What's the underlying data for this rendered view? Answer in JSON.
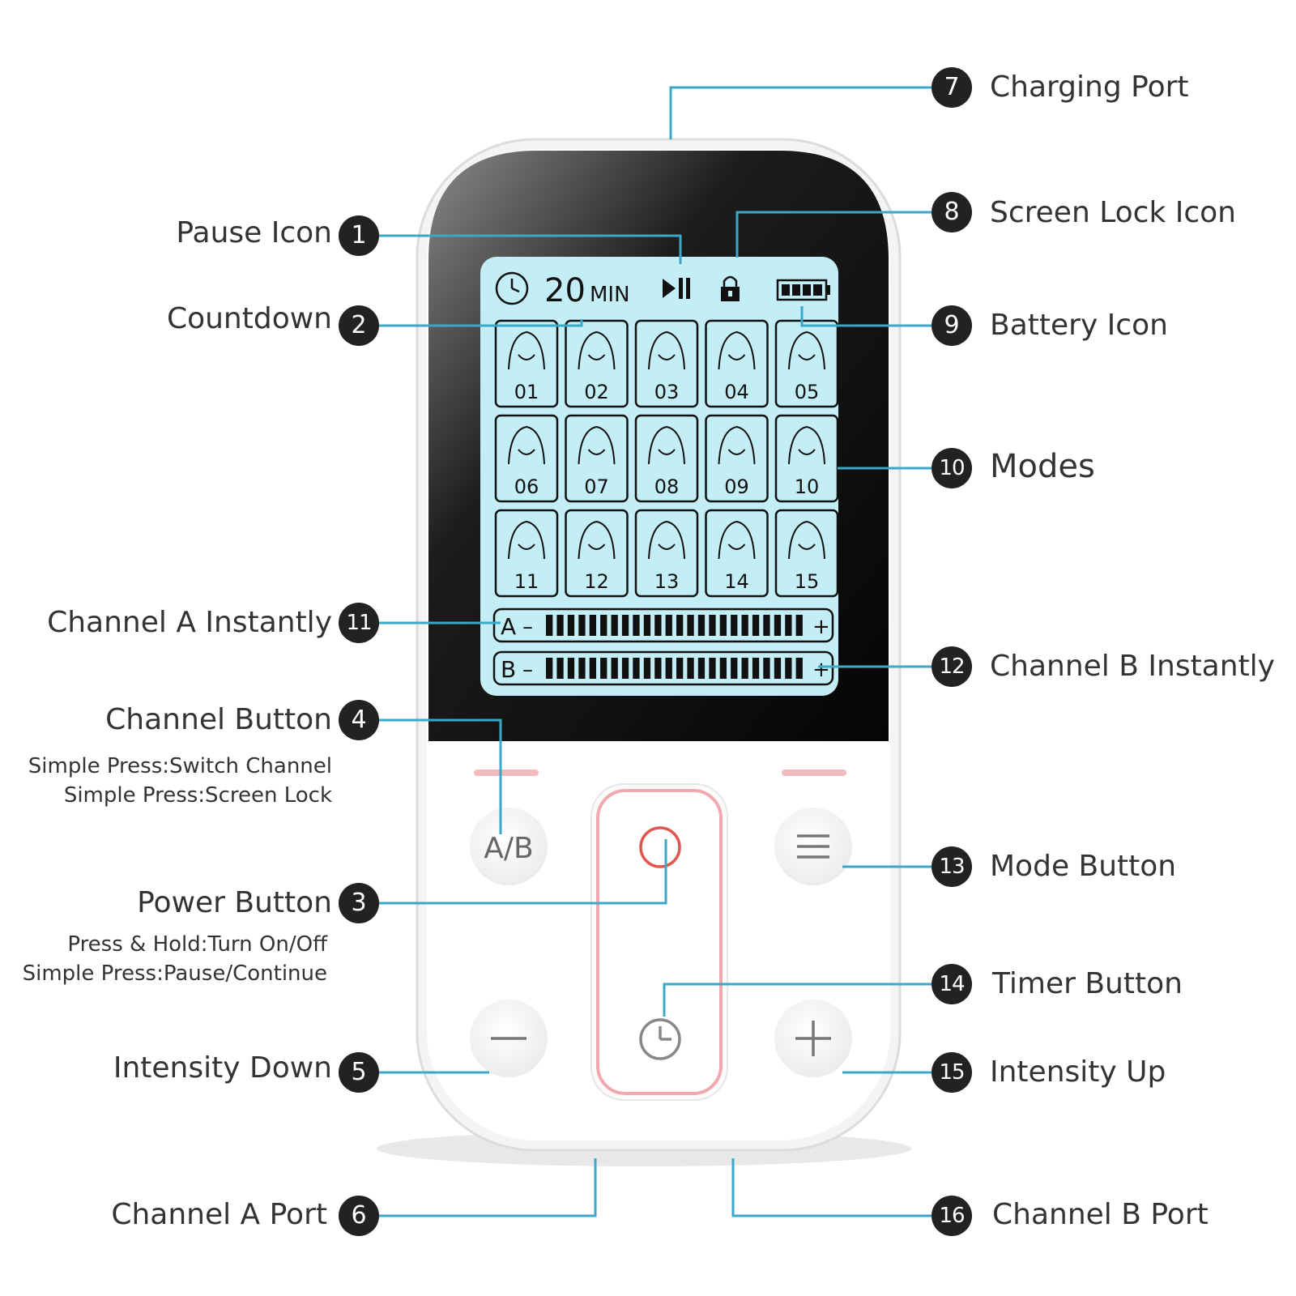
{
  "screen": {
    "countdown_value": "20",
    "countdown_unit": "MIN",
    "modes": [
      "01",
      "02",
      "03",
      "04",
      "05",
      "06",
      "07",
      "08",
      "09",
      "10",
      "11",
      "12",
      "13",
      "14",
      "15"
    ],
    "channel_a_label": "A",
    "channel_b_label": "B",
    "bar_minus": "–",
    "bar_plus": "+",
    "bar_segments": 24
  },
  "device": {
    "ab_button": "A/B"
  },
  "callouts": [
    {
      "num": "1",
      "label": "Pause Icon"
    },
    {
      "num": "2",
      "label": "Countdown"
    },
    {
      "num": "3",
      "label": "Power Button",
      "notes": [
        "Press & Hold:Turn On/Off",
        "Simple Press:Pause/Continue"
      ]
    },
    {
      "num": "4",
      "label": "Channel Button",
      "notes": [
        "Simple Press:Switch Channel",
        "Simple Press:Screen Lock"
      ]
    },
    {
      "num": "5",
      "label": "Intensity Down"
    },
    {
      "num": "6",
      "label": "Channel A Port"
    },
    {
      "num": "7",
      "label": "Charging Port"
    },
    {
      "num": "8",
      "label": "Screen Lock Icon"
    },
    {
      "num": "9",
      "label": "Battery Icon"
    },
    {
      "num": "10",
      "label": "Modes"
    },
    {
      "num": "11",
      "label": "Channel A Instantly"
    },
    {
      "num": "12",
      "label": "Channel B Instantly"
    },
    {
      "num": "13",
      "label": "Mode Button"
    },
    {
      "num": "14",
      "label": "Timer Button"
    },
    {
      "num": "15",
      "label": "Intensity Up"
    },
    {
      "num": "16",
      "label": "Channel B Port"
    }
  ],
  "colors": {
    "leader_line": "#3aa9c9",
    "screen_bg": "#c4eef5",
    "accent_pink": "#f0a7ae",
    "power_red": "#e0574f",
    "badge": "#222222"
  }
}
